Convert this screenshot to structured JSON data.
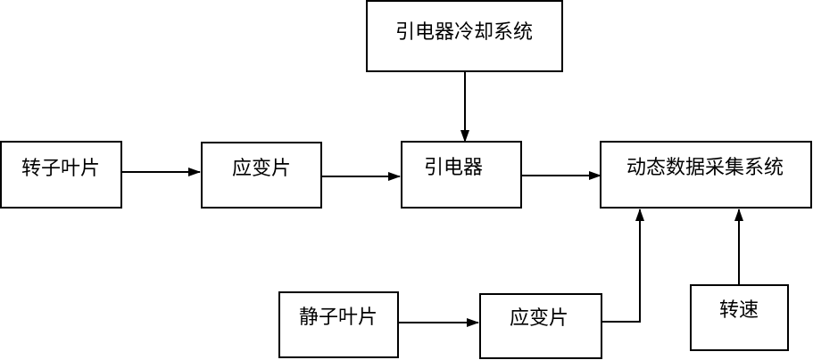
{
  "nodes": {
    "cooling_system": {
      "label": "引电器冷却系统"
    },
    "rotor_blade": {
      "label": "转子叶片"
    },
    "strain_gauge_top": {
      "label": "应变片"
    },
    "slip_ring": {
      "label": "引电器"
    },
    "data_acquisition": {
      "label": "动态数据采集系统"
    },
    "stator_blade": {
      "label": "静子叶片"
    },
    "strain_gauge_bottom": {
      "label": "应变片"
    },
    "rotation_speed": {
      "label": "转速"
    }
  }
}
